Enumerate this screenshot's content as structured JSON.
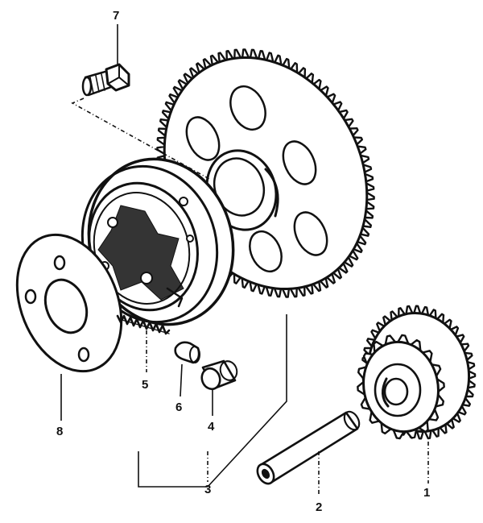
{
  "parts": [
    {
      "id": "starter-clutch-gear",
      "label": "1"
    },
    {
      "id": "gear-shaft",
      "label": "2"
    },
    {
      "id": "starter-clutch-assembly",
      "label": "3"
    },
    {
      "id": "clutch-roller",
      "label": "4"
    },
    {
      "id": "roller-spring",
      "label": "5"
    },
    {
      "id": "spring-cap",
      "label": "6"
    },
    {
      "id": "clutch-bolt",
      "label": "7"
    },
    {
      "id": "clutch-plate",
      "label": "8"
    }
  ],
  "colors": {
    "ink": "#111111",
    "paper": "#ffffff"
  }
}
